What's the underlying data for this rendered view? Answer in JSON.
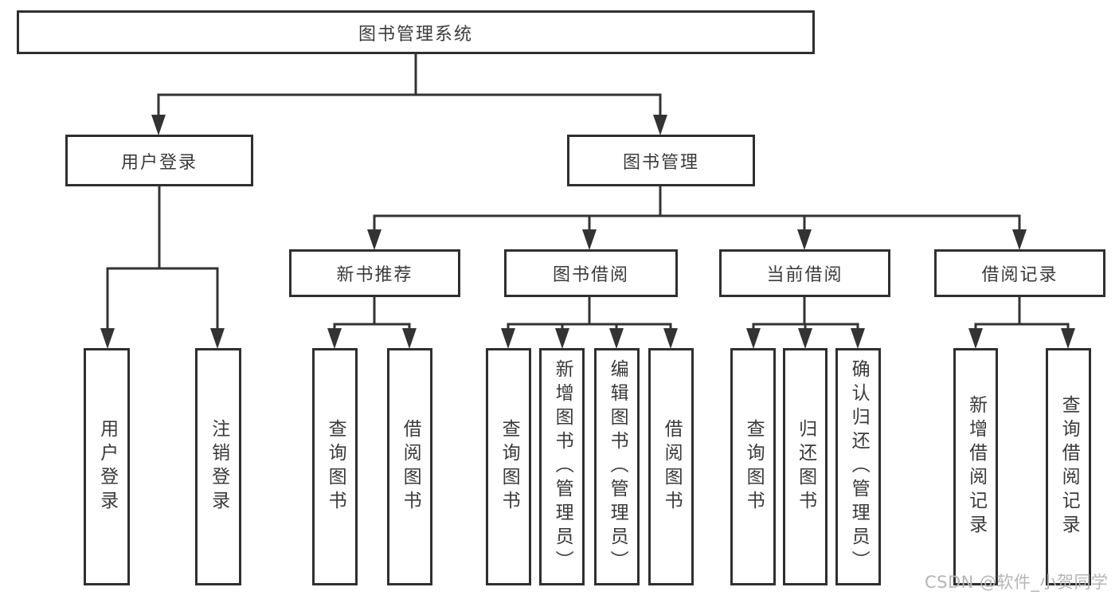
{
  "tree": {
    "root": {
      "label": "图书管理系统"
    },
    "children": [
      {
        "label": "用户登录",
        "children": [
          {
            "label": "用户登录"
          },
          {
            "label": "注销登录"
          }
        ]
      },
      {
        "label": "图书管理",
        "children": [
          {
            "label": "新书推荐",
            "children": [
              {
                "label": "查询图书"
              },
              {
                "label": "借阅图书"
              }
            ]
          },
          {
            "label": "图书借阅",
            "children": [
              {
                "label": "查询图书"
              },
              {
                "label": "新增图书（管理员）"
              },
              {
                "label": "编辑图书（管理员）"
              },
              {
                "label": "借阅图书"
              }
            ]
          },
          {
            "label": "当前借阅",
            "children": [
              {
                "label": "查询图书"
              },
              {
                "label": "归还图书"
              },
              {
                "label": "确认归还（管理员）"
              }
            ]
          },
          {
            "label": "借阅记录",
            "children": [
              {
                "label": "新增借阅记录"
              },
              {
                "label": "查询借阅记录"
              }
            ]
          }
        ]
      }
    ]
  },
  "watermark": {
    "text": "CSDN @软件_小贺同学"
  },
  "colors": {
    "line": "#333333",
    "box_border": "#2f2f2f",
    "text": "#3a3a3a",
    "watermark": "#b5b5b5",
    "background": "#ffffff"
  }
}
